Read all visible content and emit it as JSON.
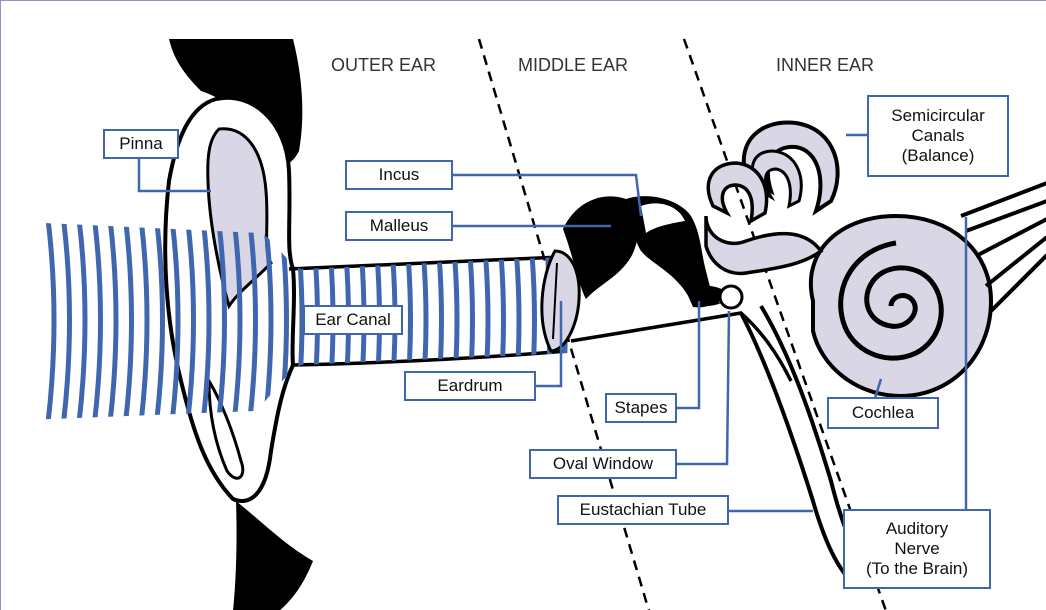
{
  "sections": {
    "outer": "OUTER EAR",
    "middle": "MIDDLE EAR",
    "inner": "INNER EAR"
  },
  "labels": {
    "pinna": "Pinna",
    "incus": "Incus",
    "malleus": "Malleus",
    "ear_canal": "Ear Canal",
    "eardrum": "Eardrum",
    "stapes": "Stapes",
    "oval_window": "Oval Window",
    "eustachian_tube": "Eustachian Tube",
    "cochlea": "Cochlea",
    "semicircular_canals": [
      "Semicircular",
      "Canals",
      "(Balance)"
    ],
    "auditory_nerve": [
      "Auditory",
      "Nerve",
      "(To the Brain)"
    ]
  },
  "colors": {
    "label_border": "#3f67b0",
    "sound_waves": "#3f67b0",
    "structure_fill": "#d9d7e6",
    "outline": "#000000"
  }
}
